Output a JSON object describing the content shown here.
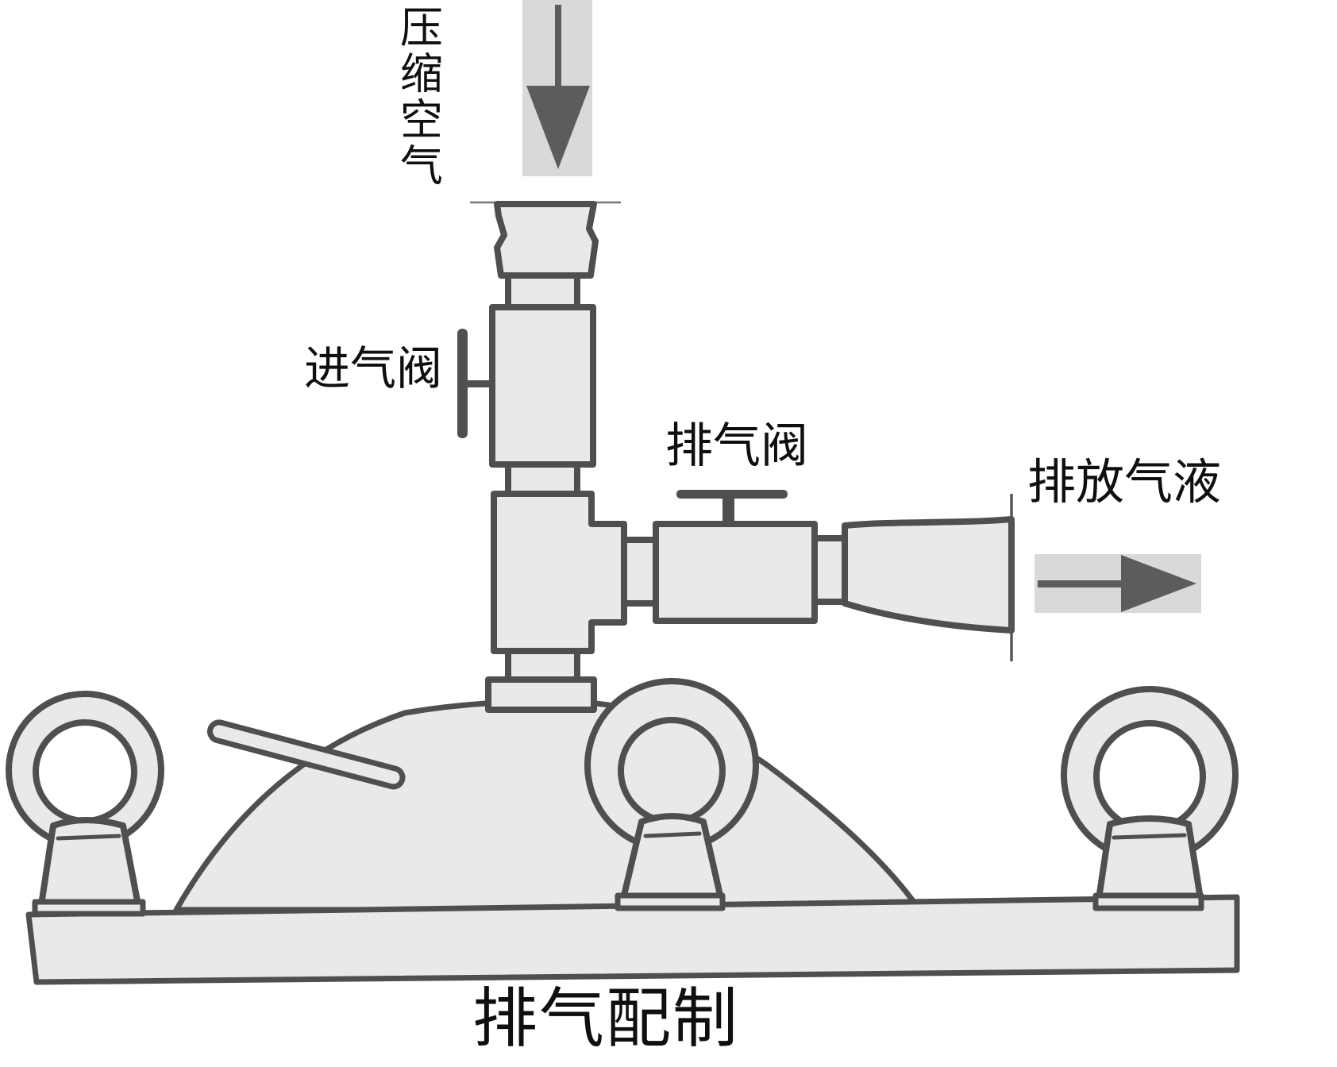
{
  "diagram": {
    "caption": "排气配制",
    "labels": {
      "compressed_air": "压缩空气",
      "intake_valve": "进气阀",
      "exhaust_valve": "排气阀",
      "discharge_gas_liquid": "排放气液"
    },
    "icons": {
      "flow_in": "down-arrow",
      "flow_out": "right-arrow"
    },
    "colors": {
      "paper": "#ffffff",
      "line": "#4f4f4f",
      "fill": "#e9e9e8",
      "band": "#d9d9d9",
      "glyph": "#5c5c5c",
      "text": "#0f0f0f"
    }
  }
}
